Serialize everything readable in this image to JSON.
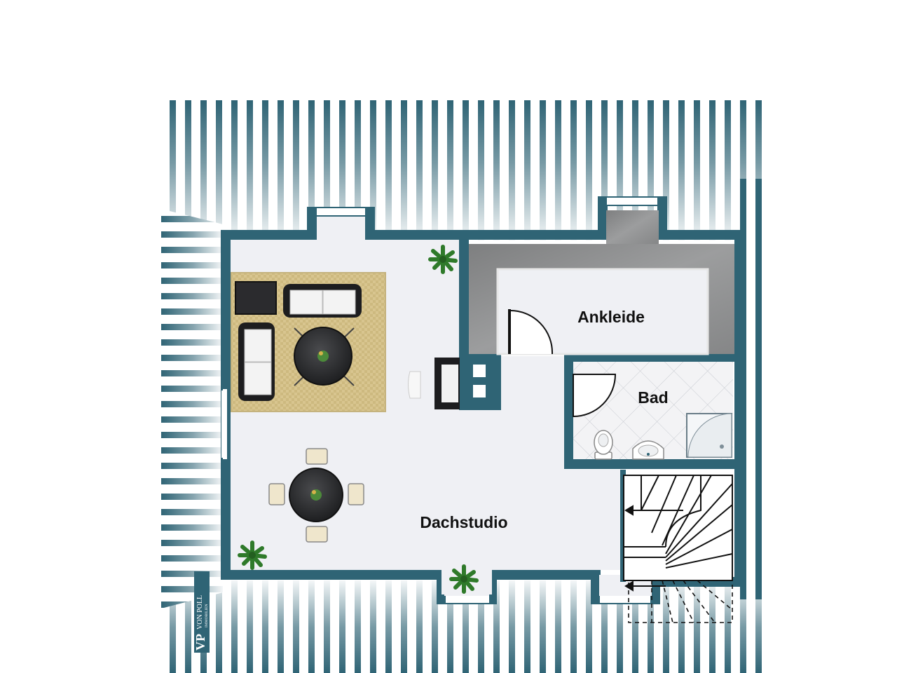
{
  "rooms": {
    "dachstudio": "Dachstudio",
    "ankleide": "Ankleide",
    "bad": "Bad"
  },
  "logo": {
    "monogram": "VP",
    "brand": "VON POLL",
    "subtitle": "IMMOBILIEN"
  },
  "colors": {
    "wall": "#2f6475",
    "floor": "#eff0f4",
    "rug": "#d8c58f",
    "ankleide_floor": "#8c8d8e",
    "bath_tile": "#f2f2f4"
  }
}
